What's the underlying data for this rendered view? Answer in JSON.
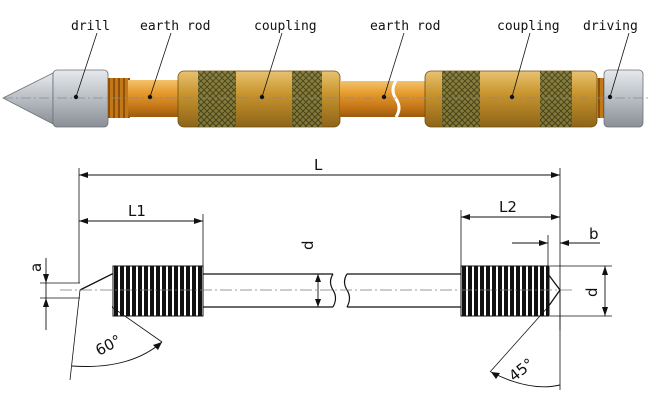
{
  "labels": {
    "drill": "drill",
    "earth_rod_1": "earth rod",
    "coupling_1": "coupling",
    "earth_rod_2": "earth rod",
    "coupling_2": "coupling",
    "driving": "driving"
  },
  "dimensions": {
    "L": "L",
    "L1": "L1",
    "L2": "L2",
    "a": "a",
    "d_inner": "d",
    "d_outer": "d",
    "b": "b"
  },
  "angles": {
    "tip_angle": "60°",
    "end_angle": "45°"
  },
  "colors": {
    "rod": "#d9912e",
    "coupling": "#c89a3a",
    "steel": "#c4c8cc"
  }
}
